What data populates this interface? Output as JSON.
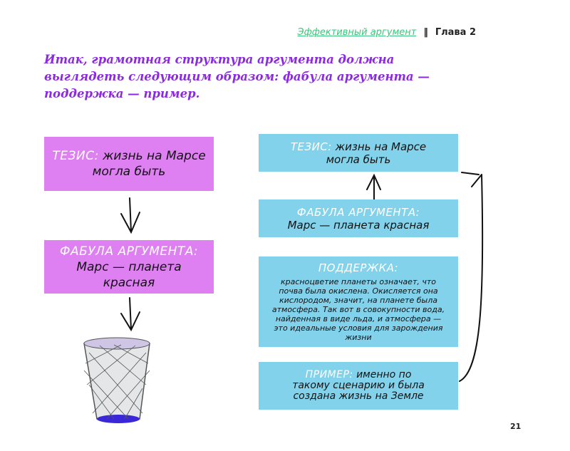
{
  "header": {
    "book_title": "Эффективный аргумент",
    "separator": "‖",
    "chapter": "Глава 2"
  },
  "title": "Итак, грамотная структура аргумента должна выглядеть следующим образом: фабула аргумента — поддержка — пример.",
  "left": {
    "thesis": {
      "label": "ТЕЗИС:",
      "text": "жизнь на Марсе могла быть"
    },
    "plot": {
      "label": "ФАБУЛА АРГУМЕНТА:",
      "text": "Марс — планета красная"
    }
  },
  "right": {
    "thesis": {
      "label": "ТЕЗИС:",
      "text": "жизнь на Марсе могла быть"
    },
    "plot": {
      "label": "ФАБУЛА АРГУМЕНТА:",
      "text": "Марс — планета красная"
    },
    "support": {
      "label": "ПОДДЕРЖКА:",
      "text": "красноцветие планеты означает, что почва была окислена. Окисляется она кислородом, значит, на планете была атмосфера. Так вот в совокупности вода, найденная в виде льда, и атмосфера — это идеальные условия для зарождения жизни"
    },
    "example": {
      "label": "ПРИМЕР:",
      "text": "именно по такому сценарию и была создана жизнь на Земле"
    }
  },
  "page_number": "21",
  "colors": {
    "pink": "#de80f2",
    "blue": "#82d2ec",
    "title": "#8b2be0",
    "link": "#3cc47a"
  }
}
